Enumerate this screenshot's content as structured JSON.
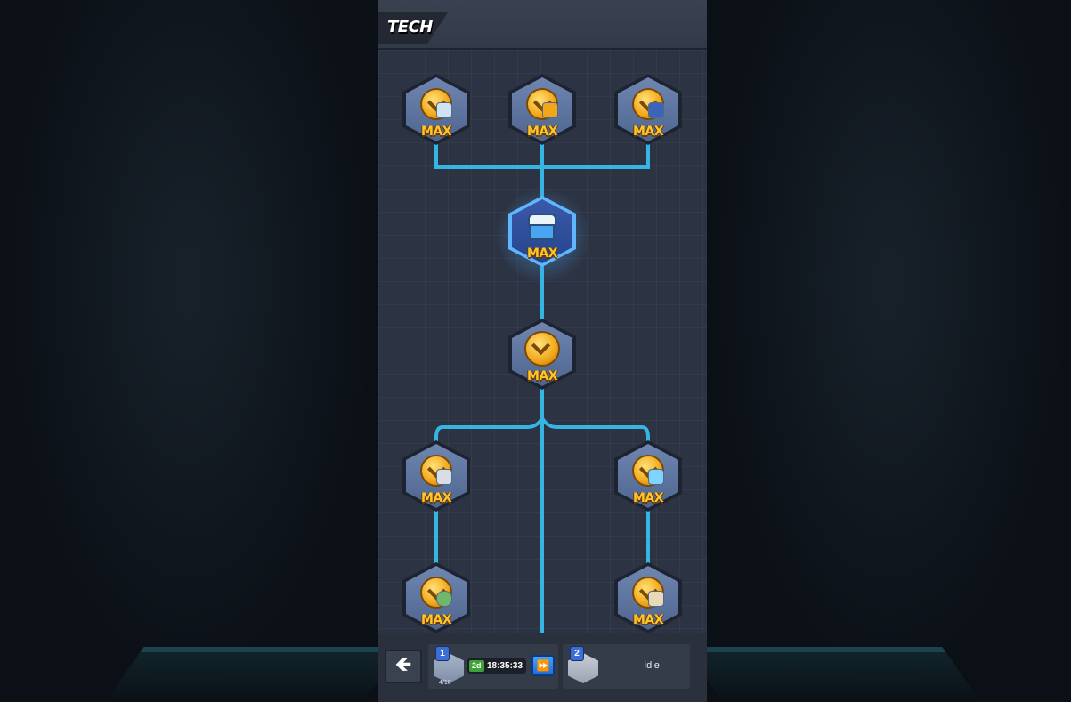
{
  "header": {
    "title": "TECH"
  },
  "tech_tree": {
    "nodes": [
      {
        "id": "node-top-left",
        "label": "MAX",
        "icon": "coin-eye-icon"
      },
      {
        "id": "node-top-center",
        "label": "MAX",
        "icon": "coin-arrow-icon"
      },
      {
        "id": "node-top-right",
        "label": "MAX",
        "icon": "coin-cap-icon"
      },
      {
        "id": "node-chest",
        "label": "MAX",
        "icon": "chest-icon"
      },
      {
        "id": "node-middle",
        "label": "MAX",
        "icon": "coin-icon"
      },
      {
        "id": "node-left-1",
        "label": "MAX",
        "icon": "coin-wrench-icon"
      },
      {
        "id": "node-right-1",
        "label": "MAX",
        "icon": "coin-feather-icon"
      },
      {
        "id": "node-left-2",
        "label": "MAX",
        "icon": "coin-bowl-icon"
      },
      {
        "id": "node-right-2",
        "label": "MAX",
        "icon": "coin-tools-icon"
      }
    ],
    "colors": {
      "line": "#36b4e4",
      "max_text": "#ffc629",
      "node": "#5f77a2"
    }
  },
  "bottom_bar": {
    "back_icon": "back-arrow-icon",
    "slot1": {
      "number": "1",
      "progress": "4/10",
      "timer_days": "2d",
      "timer_time": "18:35:33",
      "speedup_icon": "fast-forward-icon"
    },
    "slot2": {
      "number": "2",
      "status": "Idle"
    }
  }
}
